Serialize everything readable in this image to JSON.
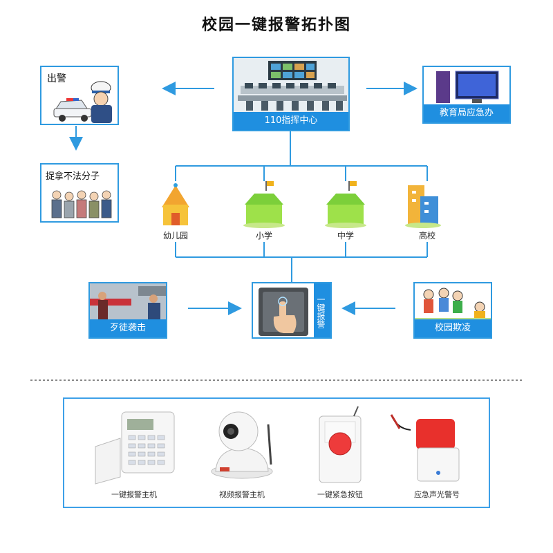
{
  "title": "校园一键报警拓扑图",
  "center": {
    "label": "110指挥中心"
  },
  "police": {
    "label": "出警"
  },
  "arrest": {
    "label": "捉拿不法分子"
  },
  "education": {
    "label": "教育局应急办"
  },
  "schools": [
    {
      "label": "幼儿园"
    },
    {
      "label": "小学"
    },
    {
      "label": "中学"
    },
    {
      "label": "高校"
    }
  ],
  "alarm": {
    "label": "一键报警"
  },
  "attack": {
    "label": "歹徒袭击"
  },
  "bully": {
    "label": "校园欺凌"
  },
  "devices": [
    {
      "label": "一键报警主机"
    },
    {
      "label": "视频报警主机"
    },
    {
      "label": "一键紧急按钮"
    },
    {
      "label": "应急声光警号"
    }
  ],
  "colors": {
    "accent": "#1f8fe0",
    "line": "#2f9ae0"
  }
}
